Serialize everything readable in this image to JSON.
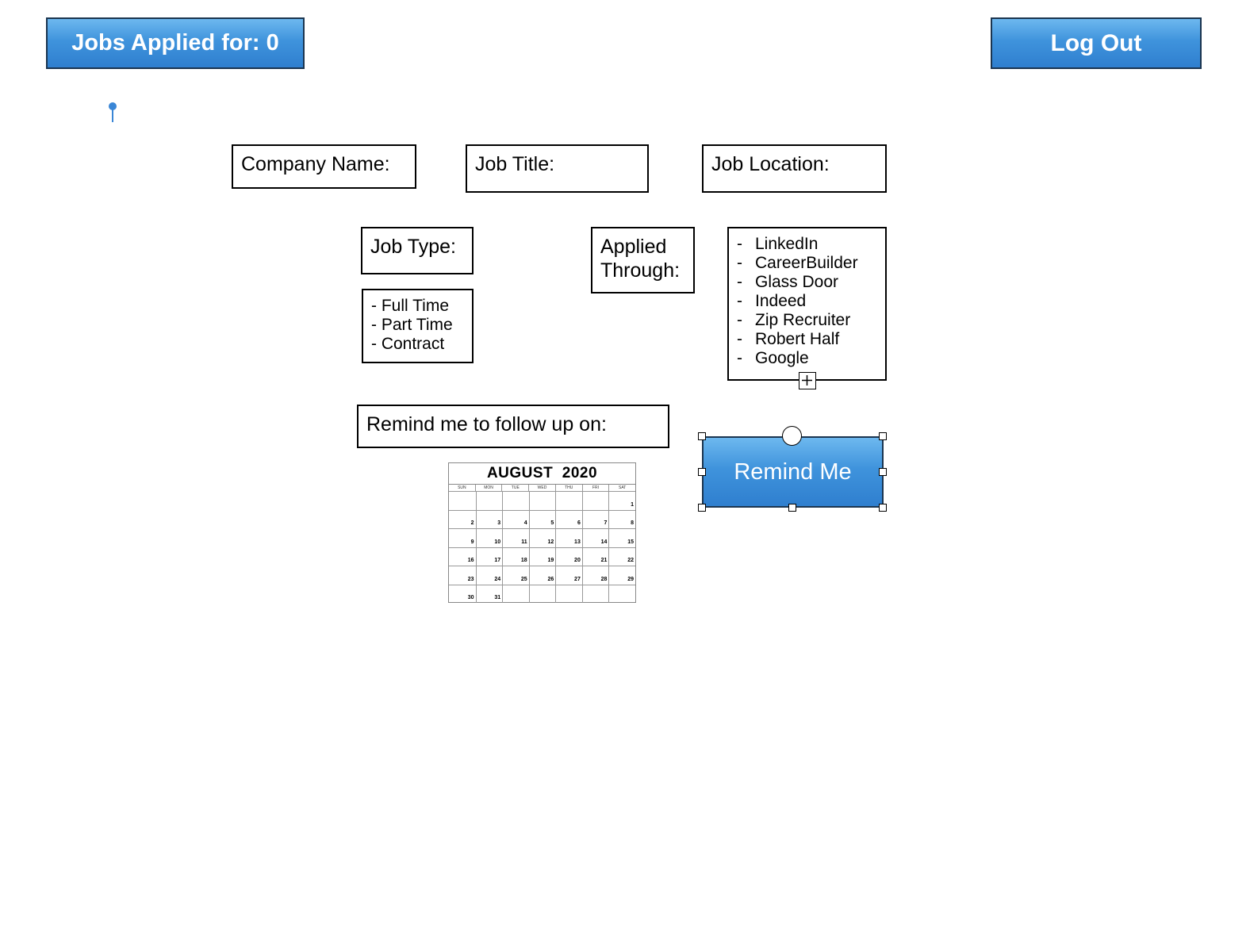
{
  "header": {
    "jobs_applied_label": "Jobs Applied for: 0",
    "logout_label": "Log Out"
  },
  "form": {
    "company_label": "Company Name:",
    "job_title_label": "Job Title:",
    "job_location_label": "Job Location:",
    "job_type_label": "Job Type:",
    "job_type_options": [
      "- Full Time",
      "- Part Time",
      "- Contract"
    ],
    "applied_through_label_line1": "Applied",
    "applied_through_label_line2": "Through:",
    "sources": [
      "LinkedIn",
      "CareerBuilder",
      "Glass Door",
      "Indeed",
      "Zip Recruiter",
      "Robert Half",
      "Google"
    ],
    "source_dash": "-",
    "remind_label": "Remind me to follow up on:",
    "remind_button_label": "Remind Me"
  },
  "calendar": {
    "month": "AUGUST",
    "year": "2020",
    "weekdays": [
      "SUN",
      "MON",
      "TUE",
      "WED",
      "THU",
      "FRI",
      "SAT"
    ],
    "first_weekday_index": 6,
    "days_in_month": 31
  },
  "colors": {
    "button_top": "#6db8ef",
    "button_bottom": "#2f7fcf",
    "button_border": "#1b3550",
    "pin": "#3a86d6"
  },
  "icons": {
    "pin": "pin-icon",
    "expand": "plus-square-icon"
  }
}
